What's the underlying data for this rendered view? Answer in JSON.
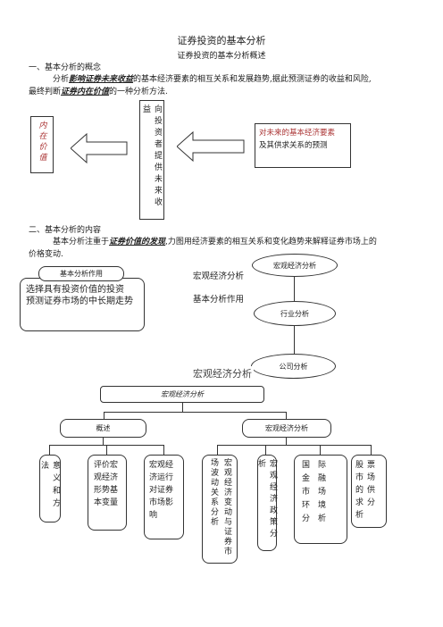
{
  "title": "证券投资的基本分析",
  "subtitle": "证券投资的基本分析概述",
  "section1": {
    "heading": "一、基本分析的概念",
    "p1": "分析",
    "p1_bold": "影响证券未来收益",
    "p1_rest": "的基本经济要素的相互关系和发展趋势,据此预测证券的收益和风险,",
    "p2": "最终判断",
    "p2_bold": "证券内在价值",
    "p2_rest": "的一种分析方法."
  },
  "diagram1": {
    "left_box": "内在价值",
    "middle_box": "向投资者提供未来收益",
    "right_box_line1": "对未来的基本经济要素",
    "right_box_line2": "及其供求关系的预测"
  },
  "section2": {
    "heading": "二、基本分析的内容",
    "p1": "基本分析注重于",
    "p1_bold": "证券价值的发现",
    "p1_rest": ",力图用经济要素的相互关系和变化趋势来解释证券市场上的",
    "p2": "价格变动."
  },
  "diagram2": {
    "tag": "基本分析作用",
    "box_line1": "选择具有投资价值的投资",
    "box_line2": "预测证券市场的中长期走势",
    "label_macro": "宏观经济分析",
    "label_basic": "基本分析作用",
    "ellipse_macro": "宏观经济分析",
    "ellipse_industry": "行业分析",
    "ellipse_company": "公司分析"
  },
  "diagram3": {
    "heading": "宏观经济分析",
    "top": "宏观经济分析",
    "left": "概述",
    "right": "宏观经济分析",
    "leaves": [
      "意义和方法",
      "评价宏观经济形势基本变量",
      "宏观经济运行对证券市场影响",
      "宏观经济变动与证券市场波动关系分析",
      "宏观经济政策分析",
      "国际金融市场环境分析",
      "股票市场的供求分析"
    ]
  }
}
